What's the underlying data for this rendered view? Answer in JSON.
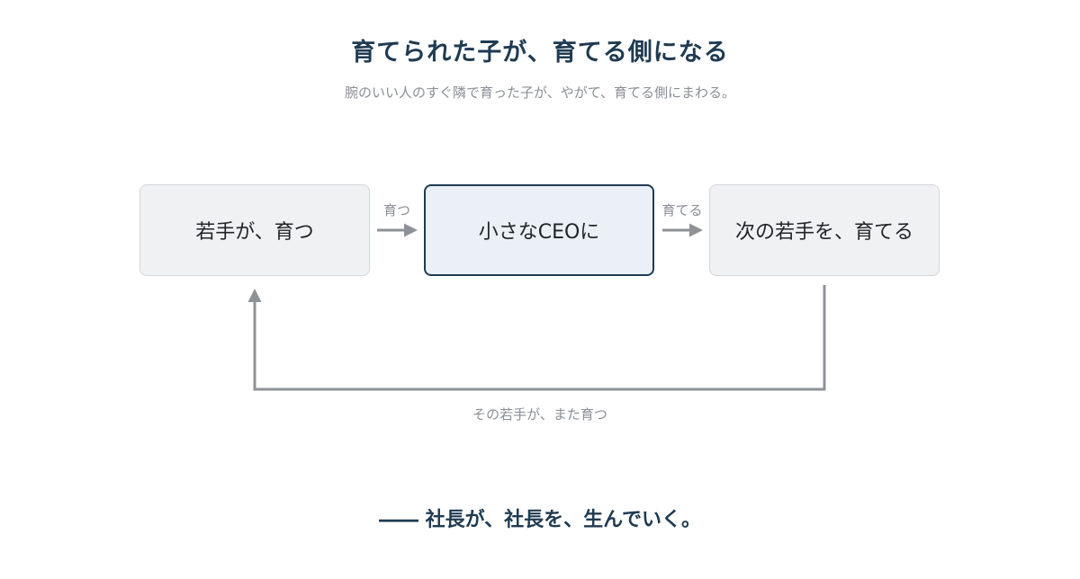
{
  "header": {
    "title": "育てられた子が、育てる側になる",
    "subtitle": "腕のいい人のすぐ隣で育った子が、やがて、育てる側にまわる。"
  },
  "diagram": {
    "nodes": [
      {
        "label": "若手が、育つ",
        "highlighted": false
      },
      {
        "label": "小さなCEOに",
        "highlighted": true
      },
      {
        "label": "次の若手を、育てる",
        "highlighted": false
      }
    ],
    "edges": [
      {
        "label": "育つ"
      },
      {
        "label": "育てる"
      }
    ],
    "loop_label": "その若手が、また育つ",
    "colors": {
      "accent": "#1f3b52",
      "node_fill": "#f0f1f3",
      "highlight_fill": "#eaf0f5",
      "arrow": "#8e9297",
      "muted_text": "#8a8f96"
    }
  },
  "footer": {
    "text": "―― 社長が、社長を、生んでいく。"
  }
}
